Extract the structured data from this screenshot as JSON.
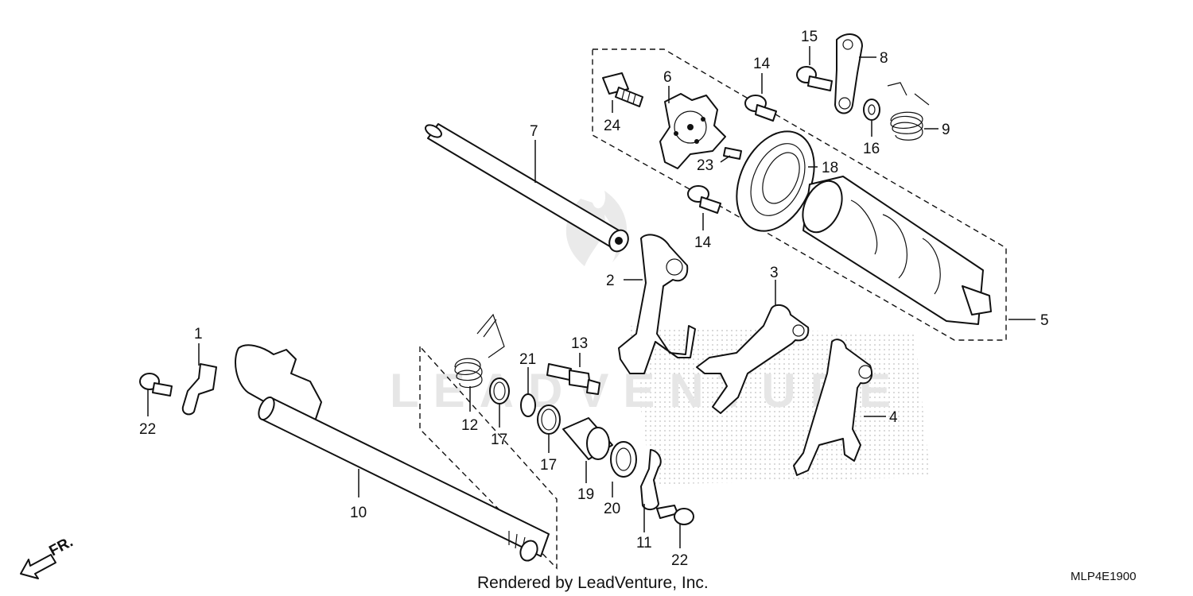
{
  "diagram": {
    "callouts": [
      "1",
      "2",
      "3",
      "4",
      "5",
      "6",
      "7",
      "8",
      "9",
      "10",
      "11",
      "12",
      "13",
      "14",
      "14",
      "15",
      "16",
      "17",
      "17",
      "18",
      "19",
      "20",
      "21",
      "22",
      "22",
      "23",
      "24"
    ],
    "front_marker": "FR.",
    "credit": "Rendered by LeadVenture, Inc.",
    "diagram_code": "MLP4E1900"
  }
}
